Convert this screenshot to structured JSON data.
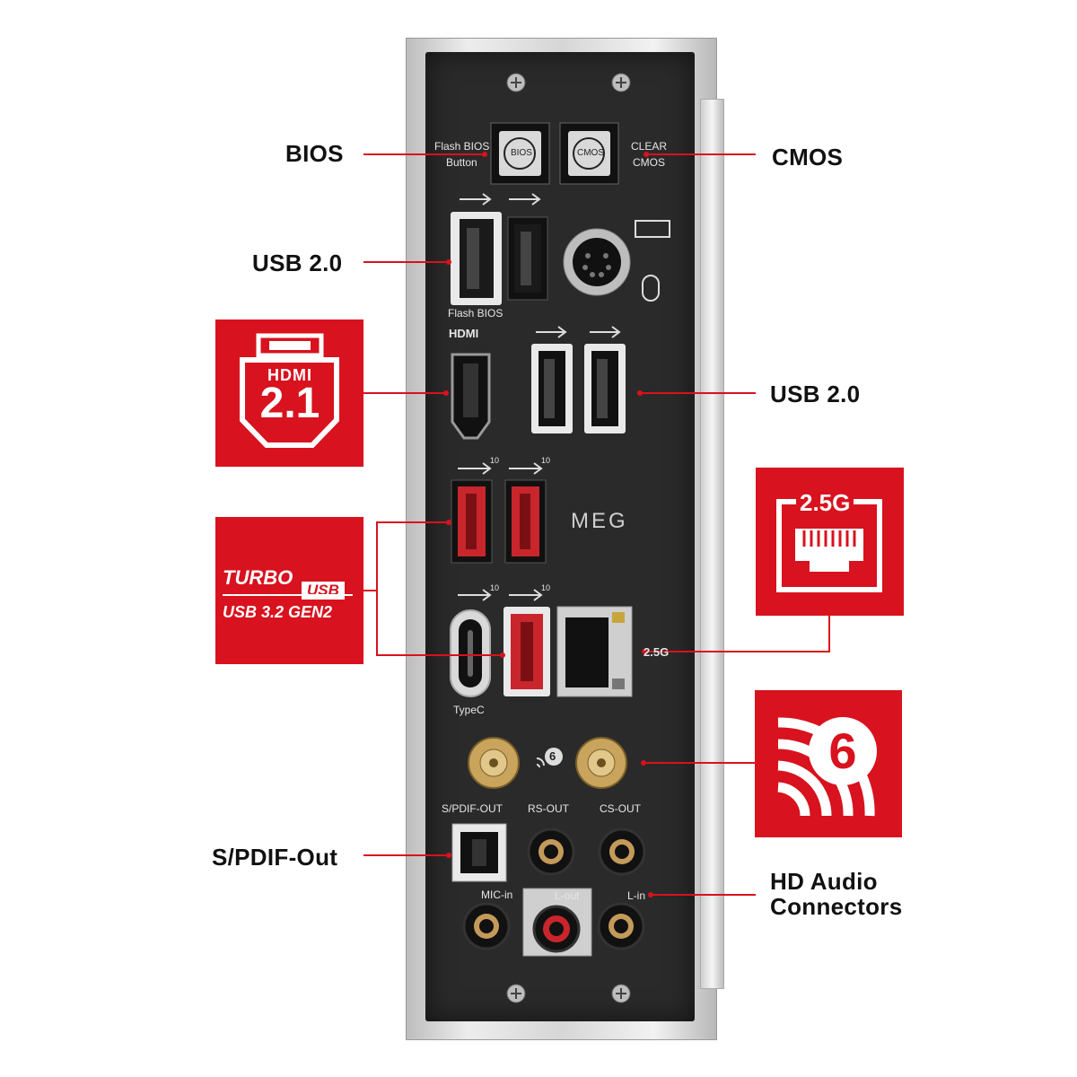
{
  "callouts": {
    "bios": "BIOS",
    "cmos": "CMOS",
    "usb20_top": "USB 2.0",
    "usb20_right": "USB 2.0",
    "spdif_out": "S/PDIF-Out",
    "hd_audio_line1": "HD Audio",
    "hd_audio_line2": "Connectors"
  },
  "badges": {
    "hdmi_word": "HDMI",
    "hdmi_version": "2.1",
    "turbo_word": "TURBO",
    "turbo_usb": "USB",
    "turbo_gen": "USB 3.2 GEN2",
    "lan_speed": "2.5G",
    "wifi_gen": "6"
  },
  "panel_labels": {
    "flash_bios_button_1": "Flash BIOS",
    "flash_bios_button_2": "Button",
    "bios_key": "BIOS",
    "cmos_key": "CMOS",
    "clear_cmos_1": "CLEAR",
    "clear_cmos_2": "CMOS",
    "flash_bios_port": "Flash BIOS",
    "hdmi_port": "HDMI",
    "meg_logo": "MEG",
    "typec": "TypeC",
    "lan_25g": "2.5G",
    "ss10_a": "10",
    "ss10_b": "10",
    "ss10_c": "10",
    "ss10_d": "10",
    "wifi6_small": "6",
    "spdif_out": "S/PDIF-OUT",
    "rs_out": "RS-OUT",
    "cs_out": "CS-OUT",
    "mic_in": "MIC-in",
    "l_out": "L-out",
    "l_in": "L-in"
  },
  "colors": {
    "accent_red": "#d8121e",
    "panel_black": "#2a2a2a",
    "usb32_red": "#c8262c",
    "bracket_silver": "#cfcfcf"
  }
}
